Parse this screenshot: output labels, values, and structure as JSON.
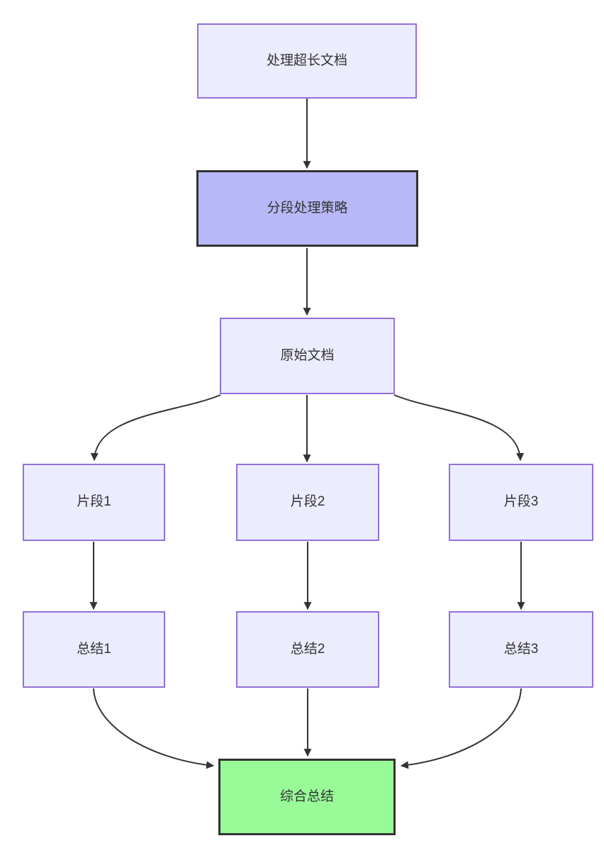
{
  "diagram": {
    "type": "flowchart",
    "direction": "top-down",
    "nodes": [
      {
        "id": "A",
        "label": "处理超长文档",
        "style": "default"
      },
      {
        "id": "B",
        "label": "分段处理策略",
        "style": "emphasis"
      },
      {
        "id": "C",
        "label": "原始文档",
        "style": "default"
      },
      {
        "id": "D",
        "label": "片段1",
        "style": "default"
      },
      {
        "id": "E",
        "label": "片段2",
        "style": "default"
      },
      {
        "id": "F",
        "label": "片段3",
        "style": "default"
      },
      {
        "id": "G",
        "label": "总结1",
        "style": "default"
      },
      {
        "id": "H",
        "label": "总结2",
        "style": "default"
      },
      {
        "id": "I",
        "label": "总结3",
        "style": "default"
      },
      {
        "id": "J",
        "label": "综合总结",
        "style": "success"
      }
    ],
    "edges": [
      {
        "from": "处理超长文档",
        "to": "分段处理策略",
        "arrow": "arrow"
      },
      {
        "from": "分段处理策略",
        "to": "原始文档",
        "arrow": "arrow"
      },
      {
        "from": "原始文档",
        "to": "片段1",
        "arrow": "arrow"
      },
      {
        "from": "原始文档",
        "to": "片段2",
        "arrow": "arrow"
      },
      {
        "from": "原始文档",
        "to": "片段3",
        "arrow": "arrow"
      },
      {
        "from": "片段1",
        "to": "总结1",
        "arrow": "arrow"
      },
      {
        "from": "片段2",
        "to": "总结2",
        "arrow": "arrow"
      },
      {
        "from": "片段3",
        "to": "总结3",
        "arrow": "arrow"
      },
      {
        "from": "总结1",
        "to": "综合总结",
        "arrow": "arrow"
      },
      {
        "from": "总结2",
        "to": "综合总结",
        "arrow": "arrow"
      },
      {
        "from": "总结3",
        "to": "综合总结",
        "arrow": "arrow"
      }
    ],
    "colors": {
      "node_fill": "#ECECFF",
      "node_border": "#9370DB",
      "emphasis_fill": "#B8B8F8",
      "success_fill": "#98FB98",
      "strong_border": "#333333",
      "edge_color": "#333333",
      "text_color": "#333333",
      "canvas_bg": "#FFFFFF"
    }
  }
}
